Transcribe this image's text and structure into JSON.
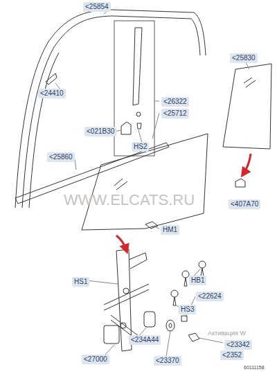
{
  "diagram": {
    "nodes": [
      {
        "text": [
          "<25854"
        ]
      },
      {
        "text": [
          "<25830"
        ]
      },
      {
        "text": [
          "<24410"
        ]
      },
      {
        "text": [
          "<26322"
        ]
      },
      {
        "text": [
          "<25712"
        ]
      },
      {
        "text": [
          "<021B30"
        ]
      },
      {
        "text": [
          "HS2"
        ]
      },
      {
        "text": [
          "<25860"
        ]
      },
      {
        "text": [
          "<407A70"
        ]
      },
      {
        "text": [
          "HM1"
        ]
      },
      {
        "text": [
          "HS1"
        ]
      },
      {
        "text": [
          "HB1"
        ]
      },
      {
        "text": [
          "<22624"
        ]
      },
      {
        "text": [
          "HS3"
        ]
      },
      {
        "text": [
          "<234A44"
        ]
      },
      {
        "text": [
          "<23342"
        ]
      },
      {
        "text": [
          "<2352"
        ]
      },
      {
        "text": [
          "<27000"
        ]
      },
      {
        "text": [
          "<23370"
        ]
      }
    ],
    "labels": [
      "WWW.ELCATS.RU",
      "60111158",
      "Активация W"
    ]
  }
}
